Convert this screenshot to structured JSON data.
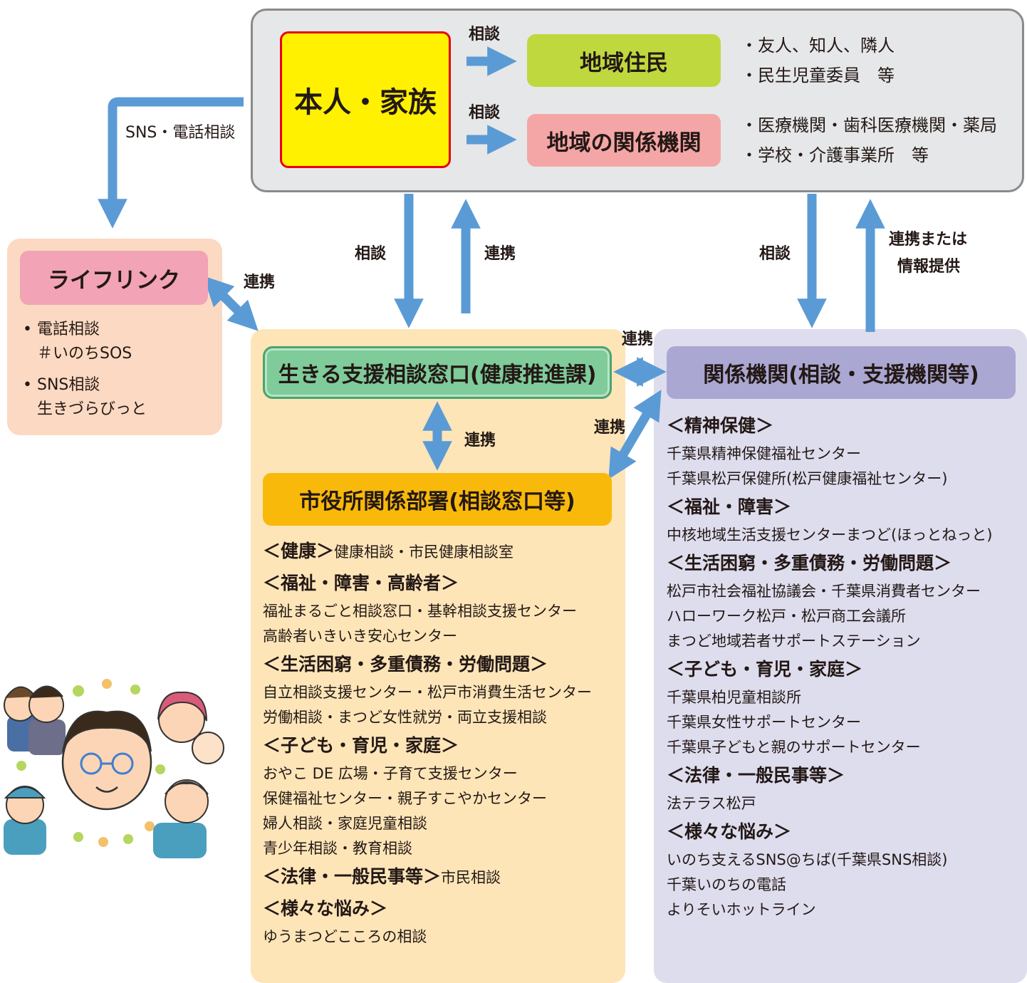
{
  "top": {
    "honin": "本人・家族",
    "consult_label_1": "相談",
    "consult_label_2": "相談",
    "chiiki_jumin": "地域住民",
    "chiiki_jumin_notes": [
      "・友人、知人、隣人",
      "・民生児童委員　等"
    ],
    "chiiki_kankei": "地域の関係機関",
    "chiiki_kankei_notes": [
      "・医療機関・歯科医療機関・薬局",
      "・学校・介護事業所　等"
    ]
  },
  "arrows": {
    "sns": "SNS・電話相談",
    "lifelink_renkei": "連携",
    "center_sodan": "相談",
    "center_renkei": "連携",
    "right_sodan": "相談",
    "right_renkei_1": "連携または",
    "right_renkei_2": "情報提供",
    "mid_renkei_top": "連携",
    "mid_renkei_bottom": "連携",
    "vertical_renkei": "連携"
  },
  "lifelink": {
    "title": "ライフリンク",
    "bullet": "•",
    "items": [
      {
        "line1": "電話相談",
        "line2": "＃いのちSOS"
      },
      {
        "line1": "SNS相談",
        "line2": "生きづらびっと"
      }
    ]
  },
  "ikiru": "生きる支援相談窓口(健康推進課)",
  "shiyakusho": {
    "title": "市役所関係部署(相談窓口等)",
    "sections": [
      {
        "cat": "＜健康＞",
        "inline": "健康相談・市民健康相談室",
        "items": []
      },
      {
        "cat": "＜福祉・障害・高齢者＞",
        "inline": "",
        "items": [
          "福祉まるごと相談窓口・基幹相談支援センター",
          "高齢者いきいき安心センター"
        ]
      },
      {
        "cat": "＜生活困窮・多重債務・労働問題＞",
        "inline": "",
        "items": [
          "自立相談支援センター・松戸市消費生活センター",
          "労働相談・まつど女性就労・両立支援相談"
        ]
      },
      {
        "cat": "＜子ども・育児・家庭＞",
        "inline": "",
        "items": [
          "おやこ DE 広場・子育て支援センター",
          "保健福祉センター・親子すこやかセンター",
          "婦人相談・家庭児童相談",
          "青少年相談・教育相談"
        ]
      },
      {
        "cat": "＜法律・一般民事等＞",
        "inline": "市民相談",
        "items": []
      },
      {
        "cat": "＜様々な悩み＞",
        "inline": "",
        "items": [
          "ゆうまつどこころの相談"
        ]
      }
    ]
  },
  "kankeikikan": {
    "title": "関係機関(相談・支援機関等)",
    "sections": [
      {
        "cat": "＜精神保健＞",
        "items": [
          "千葉県精神保健福祉センター",
          "千葉県松戸保健所(松戸健康福祉センター)"
        ]
      },
      {
        "cat": "＜福祉・障害＞",
        "items": [
          "中核地域生活支援センターまつど(ほっとねっと)"
        ]
      },
      {
        "cat": "＜生活困窮・多重債務・労働問題＞",
        "items": [
          "松戸市社会福祉協議会・千葉県消費者センター",
          "ハローワーク松戸・松戸商工会議所",
          "まつど地域若者サポートステーション"
        ]
      },
      {
        "cat": "＜子ども・育児・家庭＞",
        "items": [
          "千葉県柏児童相談所",
          "千葉県女性サポートセンター",
          "千葉県子どもと親のサポートセンター"
        ]
      },
      {
        "cat": "＜法律・一般民事等＞",
        "items": [
          "法テラス松戸"
        ]
      },
      {
        "cat": "＜様々な悩み＞",
        "items": [
          "いのち支えるSNS@ちば(千葉県SNS相談)",
          "千葉いのちの電話",
          "よりそいホットライン"
        ]
      }
    ]
  },
  "colors": {
    "arrow": "#5b9bd5",
    "honin_bg": "#fff100",
    "chiiki_bg": "#bfd83e",
    "kankei_bg": "#f4a6a6",
    "lifelink_bg": "#f2a3b6",
    "ikiru_bg": "#7fcb9a",
    "shiyaku_bg": "#f9b90a",
    "kankeikikan_bg": "#aaa8d2"
  },
  "illustration": "people-group-illustration"
}
